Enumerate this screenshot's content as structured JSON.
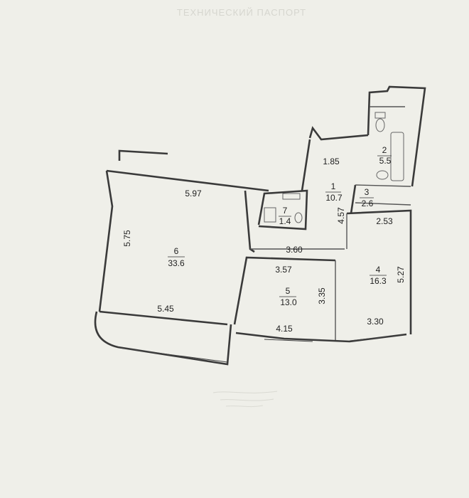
{
  "plan": {
    "header_text": "ТЕХНИЧЕСКИЙ ПАСПОРТ",
    "rooms": [
      {
        "number": "1",
        "area": "10.7"
      },
      {
        "number": "2",
        "area": "5.5"
      },
      {
        "number": "3",
        "area": "2.6"
      },
      {
        "number": "4",
        "area": "16.3"
      },
      {
        "number": "5",
        "area": "13.0"
      },
      {
        "number": "6",
        "area": "33.6"
      },
      {
        "number": "7",
        "area": "1.4"
      }
    ],
    "dimensions": [
      "5.97",
      "5.75",
      "5.45",
      "1.85",
      "4.57",
      "2.53",
      "3.60",
      "3.57",
      "3.35",
      "4.15",
      "5.27",
      "3.30"
    ]
  }
}
